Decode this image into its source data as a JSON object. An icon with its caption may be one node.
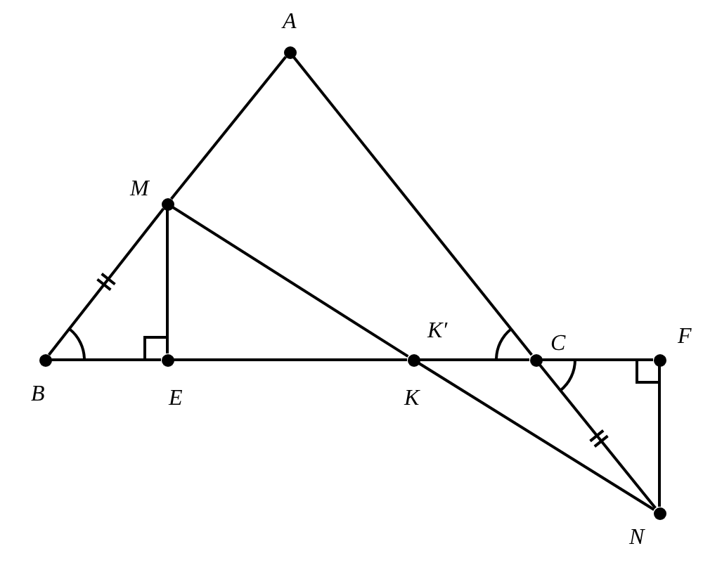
{
  "diagram": {
    "nodes": [
      {
        "text": [
          "A"
        ]
      },
      {
        "text": [
          "M"
        ]
      },
      {
        "text": [
          "B"
        ]
      },
      {
        "text": [
          "E"
        ]
      },
      {
        "text": [
          "K′",
          "K"
        ]
      },
      {
        "text": [
          "C"
        ]
      },
      {
        "text": [
          "F"
        ]
      },
      {
        "text": [
          "N"
        ]
      }
    ],
    "edges": [
      {
        "from": 0,
        "to": 1,
        "arrow": "none"
      },
      {
        "from": 1,
        "to": 2,
        "arrow": "none"
      },
      {
        "from": 2,
        "to": 3,
        "arrow": "none"
      },
      {
        "from": 3,
        "to": 4,
        "arrow": "none"
      },
      {
        "from": 4,
        "to": 5,
        "arrow": "none"
      },
      {
        "from": 5,
        "to": 6,
        "arrow": "none"
      },
      {
        "from": 0,
        "to": 5,
        "arrow": "none"
      },
      {
        "from": 5,
        "to": 7,
        "arrow": "none"
      },
      {
        "from": 6,
        "to": 7,
        "arrow": "none"
      },
      {
        "from": 1,
        "to": 3,
        "arrow": "none"
      },
      {
        "from": 1,
        "to": 4,
        "arrow": "none"
      },
      {
        "from": 4,
        "to": 7,
        "arrow": "none"
      }
    ]
  }
}
